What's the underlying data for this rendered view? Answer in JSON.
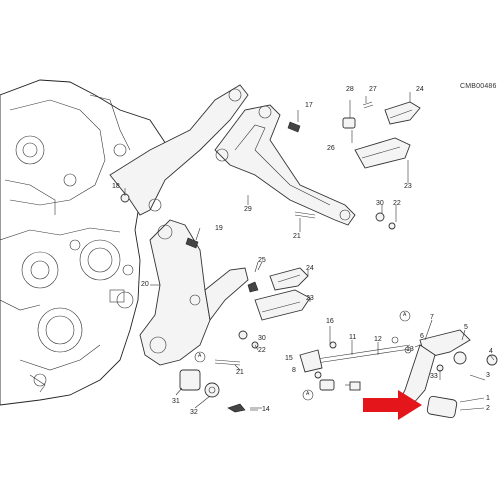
{
  "diagram": {
    "code": "CMB00486",
    "labels": {
      "p1": "1",
      "p2": "2",
      "p3": "3",
      "p4": "4",
      "p5": "5",
      "p6": "6",
      "p7": "7",
      "p8": "8",
      "p11": "11",
      "p12": "12",
      "p13": "13",
      "p14": "14",
      "p15": "15",
      "p16": "16",
      "p17": "17",
      "p18": "18",
      "p19": "19",
      "p20": "20",
      "p21a": "21",
      "p21b": "21",
      "p22a": "22",
      "p22b": "22",
      "p23": "23",
      "p24a": "24",
      "p24b": "24",
      "p25": "25",
      "p26": "26",
      "p27": "27",
      "p28": "28",
      "p29": "29",
      "p30a": "30",
      "p30b": "30",
      "p31": "31",
      "p32": "32",
      "p33": "33",
      "refA1": "A",
      "refA2": "A",
      "refA3": "A"
    },
    "colors": {
      "arrow": "#e4161b",
      "line": "#222222",
      "fill": "#f4f4f4"
    }
  }
}
